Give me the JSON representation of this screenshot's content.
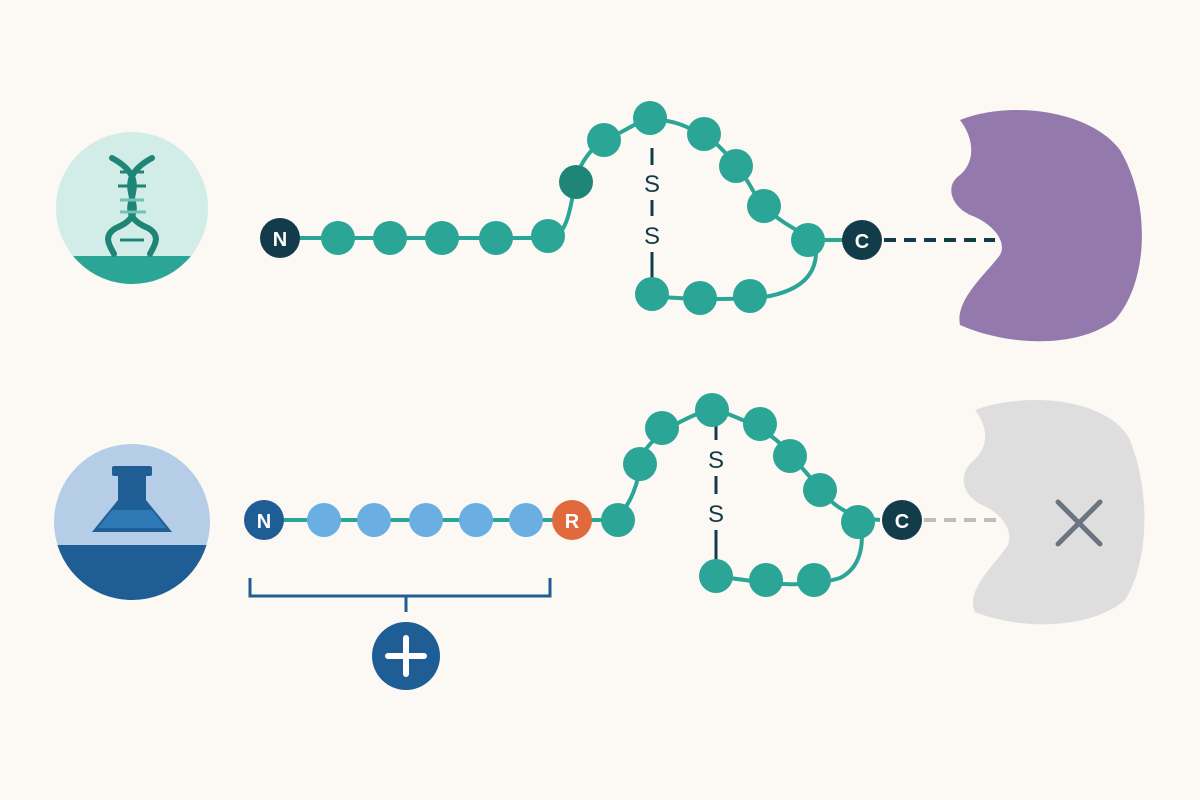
{
  "colors": {
    "background": "#fcf8f4",
    "teal": "#2aa596",
    "teal_dark": "#1e8577",
    "terminal_dark": "#123c49",
    "blue_dark": "#1f5e95",
    "blue_light": "#6aaee2",
    "orange": "#e06a3c",
    "purple": "#9479ad",
    "gray": "#dedede",
    "gray_x": "#6a7580",
    "dna_bg": "#d2ece7",
    "flask_bg": "#b6cde8"
  },
  "icons": {
    "top_source": "dna-helix-icon",
    "bottom_source": "lab-flask-icon",
    "top_receptor": "receptor-bound",
    "bottom_receptor": "receptor-blocked",
    "blocked_mark": "x-icon",
    "addition_mark": "plus-icon"
  },
  "rows": [
    {
      "id": "natural",
      "n_terminus": "N",
      "c_terminus": "C",
      "disulfide": [
        "S",
        "S"
      ],
      "binding": "bound"
    },
    {
      "id": "modified",
      "n_terminus": "N",
      "c_terminus": "C",
      "modified_residue": "R",
      "disulfide": [
        "S",
        "S"
      ],
      "binding": "blocked"
    }
  ]
}
